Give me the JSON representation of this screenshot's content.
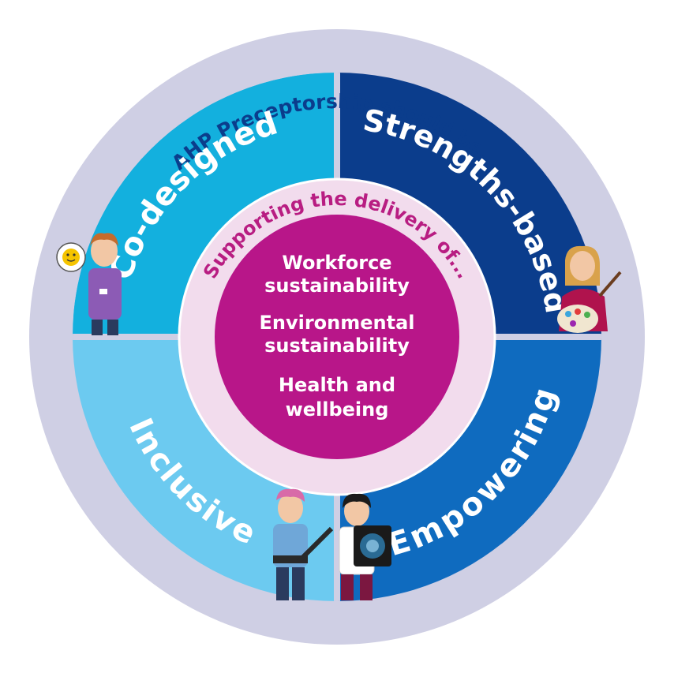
{
  "diagram": {
    "outer_title": "AHP Preceptorship should be...",
    "inner_title": "Supporting the delivery of...",
    "quadrants": [
      {
        "label": "Co-designed",
        "color": "#13b0de"
      },
      {
        "label": "Strengths-based",
        "color": "#0b3d8c"
      },
      {
        "label": "Inclusive",
        "color": "#6ccaf0"
      },
      {
        "label": "Empowering",
        "color": "#0f6bbf"
      }
    ],
    "center_items": [
      [
        "Workforce",
        "sustainability"
      ],
      [
        "Environmental",
        "sustainability"
      ],
      [
        "Health and",
        "wellbeing"
      ]
    ],
    "colors": {
      "outer_ring": "#cfcfe4",
      "outer_title": "#0b3d8c",
      "inner_ring": "#f2dced",
      "inner_title": "#b81d82",
      "center": "#b81689"
    }
  }
}
